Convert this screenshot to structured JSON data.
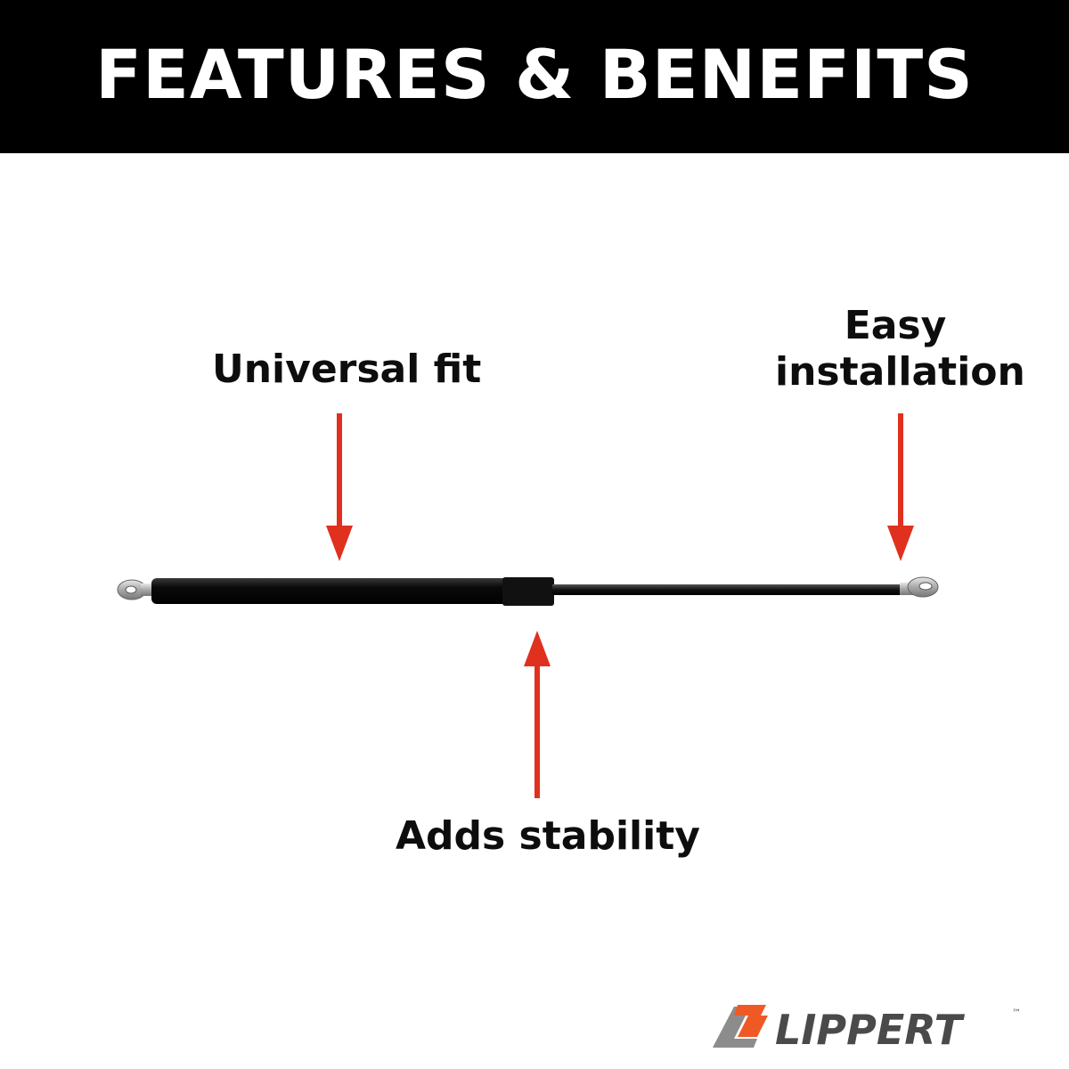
{
  "header": {
    "title": "FEATURES & BENEFITS"
  },
  "callouts": {
    "universal_fit": "Universal fit",
    "easy_installation_line1": "Easy",
    "easy_installation_line2": "installation",
    "adds_stability": "Adds stability"
  },
  "product": {
    "icon": "gas-strut-image"
  },
  "brand": {
    "logo_text": "LIPPERT",
    "trademark": "™"
  },
  "colors": {
    "header_bg": "#000000",
    "header_text": "#ffffff",
    "arrow": "#e0301e",
    "logo_orange": "#ef5a24",
    "logo_gray": "#8c8c8c"
  }
}
